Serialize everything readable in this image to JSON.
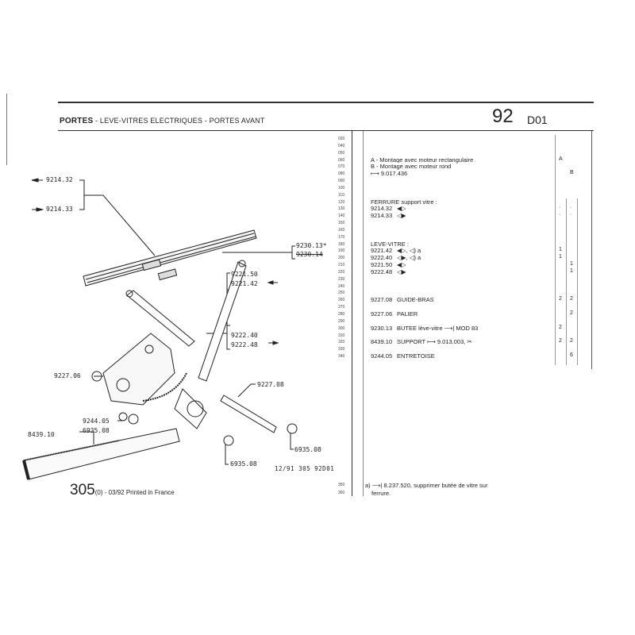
{
  "header": {
    "section": "PORTES",
    "subtitle": "- LEVE-VITRES ELECTRIQUES - PORTES AVANT",
    "page_number": "92",
    "page_code": "D01"
  },
  "line_numbers": [
    "030",
    "040",
    "050",
    "060",
    "070",
    "080",
    "090",
    "100",
    "110",
    "120",
    "130",
    "140",
    "150",
    "160",
    "170",
    "180",
    "190",
    "200",
    "210",
    "220",
    "230",
    "240",
    "250",
    "260",
    "270",
    "280",
    "290",
    "300",
    "310",
    "320",
    "330",
    "340"
  ],
  "rows": [
    {
      "line": "060",
      "ref": "",
      "text": "A - Montage avec moteur rectangulaire",
      "q1": "A",
      "q2": ""
    },
    {
      "line": "070",
      "ref": "",
      "text": "B - Montage avec moteur rond",
      "q1": "",
      "q2": ""
    },
    {
      "line": "080",
      "ref": "",
      "text": "    ⟼ 9.017.436",
      "q1": "",
      "q2": "B",
      "dots": true
    },
    {
      "line": "120",
      "ref": "",
      "text": "FERRURE support vitre :",
      "q1": "",
      "q2": ""
    },
    {
      "line": "130",
      "ref": "9214.32",
      "text": "◀▷",
      "q1": "·",
      "q2": "·",
      "dots": true
    },
    {
      "line": "140",
      "ref": "9214.33",
      "text": "◁▶",
      "q1": "·",
      "q2": "·",
      "dots": true
    },
    {
      "line": "180",
      "ref": "",
      "text": "LEVE-VITRE :",
      "q1": "",
      "q2": ""
    },
    {
      "line": "190",
      "ref": "9221.42",
      "text": "◀▷, ◁) a",
      "q1": "1",
      "q2": "",
      "dots": true
    },
    {
      "line": "200",
      "ref": "9222.40",
      "text": "◁▶, ◁) a",
      "q1": "1",
      "q2": "",
      "dots": true
    },
    {
      "line": "210",
      "ref": "9221.50",
      "text": "◀▷",
      "q1": "",
      "q2": "1",
      "dots": true
    },
    {
      "line": "220",
      "ref": "9222.48",
      "text": "◁▶",
      "q1": "",
      "q2": "1",
      "dots": true
    },
    {
      "line": "260",
      "ref": "9227.08",
      "text": "GUIDE-BRAS",
      "q1": "2",
      "q2": "2",
      "dots": true
    },
    {
      "line": "280",
      "ref": "9227.06",
      "text": "PALIER",
      "q1": "",
      "q2": "2",
      "dots": true
    },
    {
      "line": "300",
      "ref": "9230.13",
      "text": "BUTEE lève-vitre ⟶| MOD 83",
      "q1": "2",
      "q2": "",
      "dots": true
    },
    {
      "line": "320",
      "ref": "8439.10",
      "text": "SUPPORT ⟼ 9.013.003, ✂",
      "q1": "2",
      "q2": "2",
      "dots": true
    },
    {
      "line": "340",
      "ref": "9244.05",
      "text": "ENTRETOISE",
      "q1": "",
      "q2": "6",
      "dots": true
    }
  ],
  "footnote": {
    "lines": [
      "350",
      "360"
    ],
    "text1": "a) ⟶| 8.237.520, supprimer butée de vitre sur",
    "text2": "ferrure."
  },
  "diagram": {
    "labels": [
      "9214.32",
      "9214.33",
      "9230.13*",
      "9230.14",
      "9221.50",
      "9221.42",
      "9222.40",
      "9222.48",
      "9227.06",
      "9227.08",
      "9244.05",
      "6935.08",
      "8439.10",
      "6935.08",
      "6935.08"
    ],
    "ref_code": "12/91  305  92D01"
  },
  "footer": {
    "page": "305",
    "suffix": "(0) - 03/92 Printed in France"
  }
}
